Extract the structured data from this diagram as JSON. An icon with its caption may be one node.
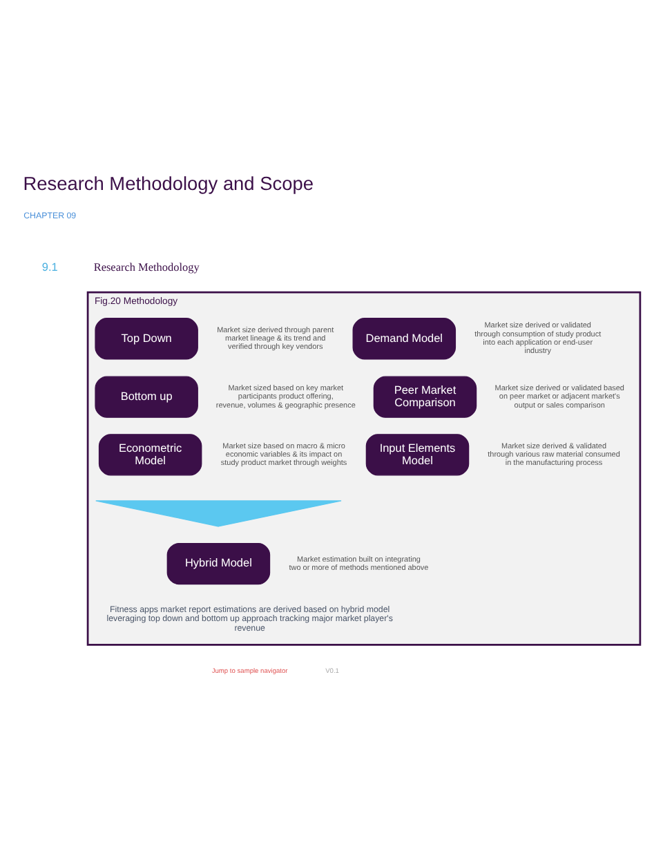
{
  "diagram": {
    "title": "Research Methodology and Scope",
    "nodes": [
      {
        "text": [
          "Fig.20 Methodology"
        ]
      },
      {
        "text": [
          "Top Down"
        ],
        "in": 0,
        "beside": [
          "Market size derived through parent market lineage & its trend and verified through key vendors"
        ]
      },
      {
        "text": [
          "Demand Model"
        ],
        "in": 0,
        "beside": [
          "Market size derived or validated through consumption of study product into each application or end-user industry"
        ]
      },
      {
        "text": [
          "Bottom up"
        ],
        "in": 0,
        "beside": [
          "Market sized based on key market participants product offering, revenue, volumes & geographic presence"
        ]
      },
      {
        "text": [
          "Peer Market Comparison"
        ],
        "in": 0,
        "beside": [
          "Market size derived or validated based on peer market or adjacent market's output or sales comparison"
        ]
      },
      {
        "text": [
          "Econometric Model"
        ],
        "in": 0,
        "beside": [
          "Market size based on macro & micro economic variables & its impact on study product market through weights"
        ]
      },
      {
        "text": [
          "Input Elements Model"
        ],
        "in": 0,
        "beside": [
          "Market size derived & validated through various raw material consumed in the manufacturing process"
        ]
      },
      {
        "text": [],
        "shape": "triangle",
        "in": 0
      },
      {
        "text": [
          "Hybrid Model"
        ],
        "in": 0,
        "beside": [
          "Market estimation built on integrating two or more of methods mentioned above"
        ]
      }
    ],
    "labels": [
      "CHAPTER 09",
      "9.1",
      "Research Methodology",
      "Fitness apps market report estimations are derived based on hybrid model leveraging top down and bottom up approach tracking major market player's revenue",
      "Jump to sample navigator",
      "V0.1"
    ]
  }
}
